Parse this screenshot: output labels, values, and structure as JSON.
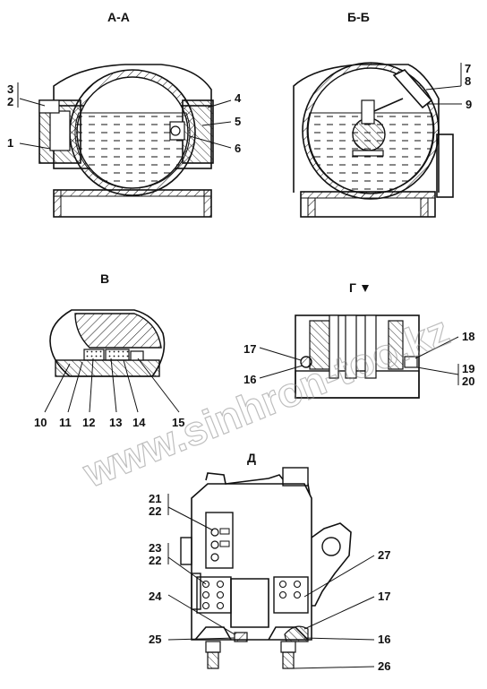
{
  "views": {
    "aa": {
      "title": "А-А"
    },
    "bb": {
      "title": "Б-Б"
    },
    "v": {
      "title": "В"
    },
    "d": {
      "title": "Д"
    },
    "g": {
      "title": "Г"
    }
  },
  "callouts": {
    "c1": "1",
    "c2": "2",
    "c3": "3",
    "c4": "4",
    "c5": "5",
    "c6": "6",
    "c7": "7",
    "c8": "8",
    "c9": "9",
    "c10": "10",
    "c11": "11",
    "c12": "12",
    "c13": "13",
    "c14": "14",
    "c15": "15",
    "c16a": "16",
    "c17a": "17",
    "c18": "18",
    "c19": "19",
    "c20": "20",
    "c21": "21",
    "c22a": "22",
    "c23": "23",
    "c22b": "22",
    "c24": "24",
    "c25": "25",
    "c27": "27",
    "c17b": "17",
    "c16b": "16",
    "c26": "26"
  },
  "watermark": "www.sinhron-too.kz"
}
